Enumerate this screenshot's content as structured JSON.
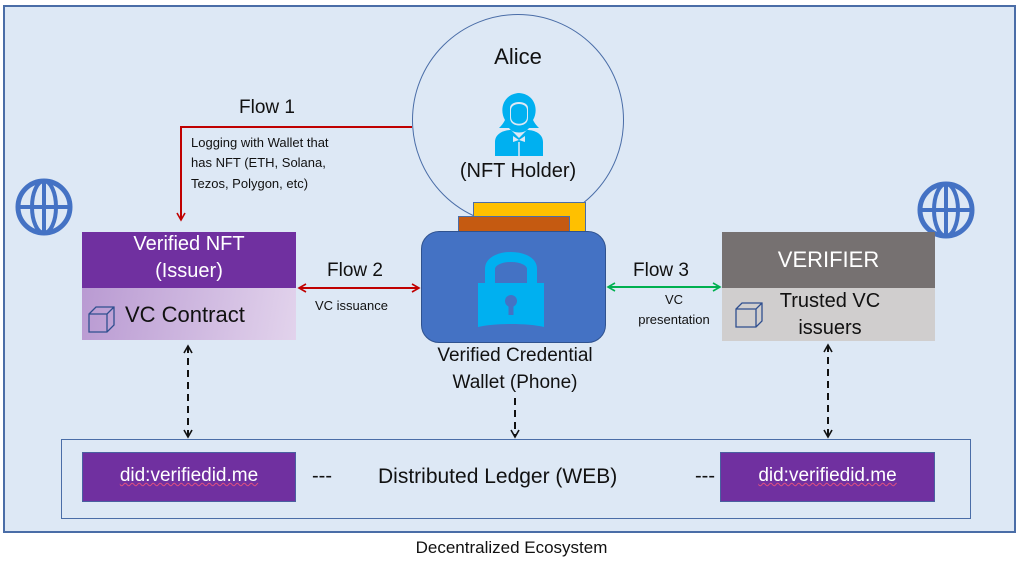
{
  "diagram": {
    "caption": "Decentralized Ecosystem",
    "holder": {
      "name": "Alice",
      "role": "(NFT Holder)",
      "icon": "person-icon"
    },
    "flow1": {
      "label": "Flow 1",
      "description_lines": [
        "Logging with Wallet that",
        "has NFT (ETH, Solana,",
        "Tezos, Polygon, etc)"
      ],
      "color": "#c00000"
    },
    "flow2": {
      "label": "Flow 2",
      "description": "VC issuance",
      "color": "#c00000"
    },
    "flow3": {
      "label": "Flow 3",
      "description_lines": [
        "VC",
        "presentation"
      ],
      "color": "#00b050"
    },
    "issuer": {
      "title_lines": [
        "Verified NFT",
        "(Issuer)"
      ],
      "contract_label": "VC Contract",
      "color": "#7030a0"
    },
    "wallet": {
      "label_lines": [
        "Verified Credential",
        "Wallet (Phone)"
      ],
      "icon": "lock-icon",
      "color": "#4472c4"
    },
    "verifier": {
      "title": "VERIFIER",
      "trusted_lines": [
        "Trusted VC",
        "issuers"
      ],
      "color": "#767171"
    },
    "ledger": {
      "label": "Distributed Ledger (WEB)",
      "separator": "---",
      "did_left": "did:verifiedid.me",
      "did_right": "did:verifiedid.me"
    }
  }
}
